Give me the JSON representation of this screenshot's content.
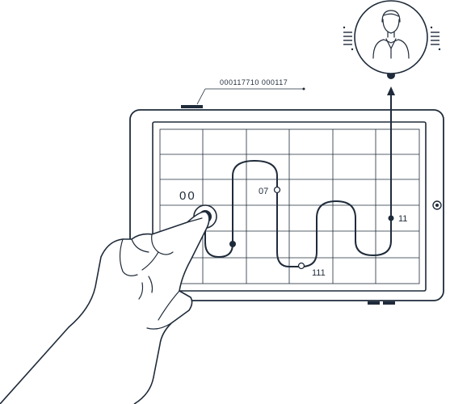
{
  "top_code": "000117710 000117",
  "labels": {
    "start": "00",
    "p07": "07",
    "p111": "111",
    "p11": "11"
  },
  "colors": {
    "ink": "#1f2b3a",
    "background": "#ffffff"
  },
  "icons": {
    "user": "person-avatar-icon",
    "menu": "hamburger-menu-icon",
    "home_button": "tablet-home-button"
  }
}
